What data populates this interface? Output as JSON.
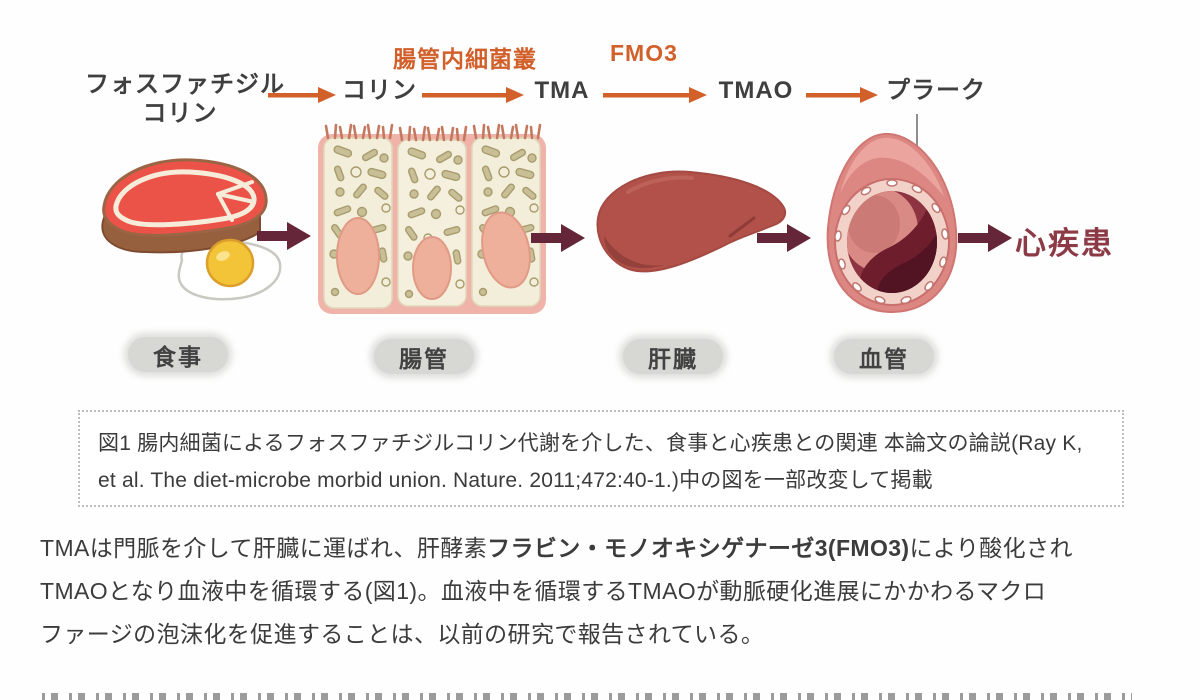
{
  "colors": {
    "orange_accent": "#d2602b",
    "maroon_arrow": "#652639",
    "outcome_red": "#8c3a46",
    "text_dark": "#3c3c3c",
    "pill_gray": "#d7d7d4"
  },
  "flow": {
    "node_phosphatidylcholine": "フォスファチジル\nコリン",
    "node_choline": "コリン",
    "node_tma": "TMA",
    "node_tmao": "TMAO",
    "node_plaque": "プラーク",
    "label_gut_flora": "腸管内細菌叢",
    "label_fmo3": "FMO3"
  },
  "organs": {
    "diet": "食事",
    "gut": "腸管",
    "liver": "肝臓",
    "vessel": "血管"
  },
  "outcome": "心疾患",
  "caption": {
    "line1": "図1 腸内細菌によるフォスファチジルコリン代謝を介した、食事と心疾患との関連  本論文の論説(Ray K,",
    "line2": "et al. The diet-microbe morbid union. Nature. 2011;472:40-1.)中の図を一部改変して掲載"
  },
  "body": {
    "line1_normal": "TMAは門脈を介して肝臓に運ばれ、肝酵素",
    "line1_bold": "フラビン・モノオキシゲナーゼ3(FMO3)",
    "line1_tail": "により酸化され",
    "line2": "TMAOとなり血液中を循環する(図1)。血液中を循環するTMAOが動脈硬化進展にかかわるマクロ",
    "line3": "ファージの泡沫化を促進することは、以前の研究で報告されている。"
  }
}
